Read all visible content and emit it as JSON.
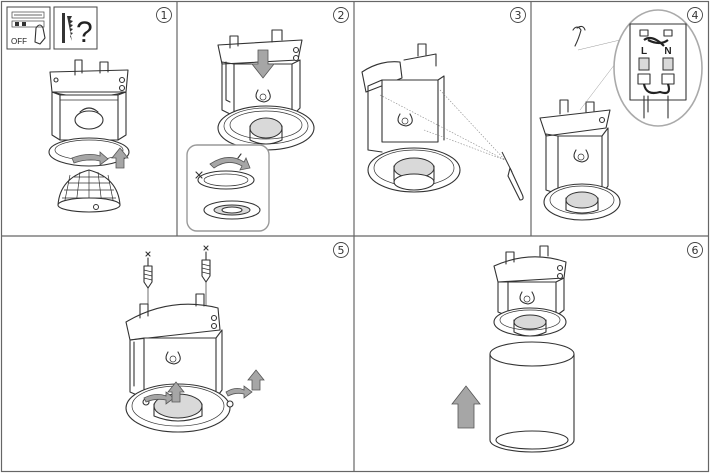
{
  "panels": [
    {
      "number": "1"
    },
    {
      "number": "2"
    },
    {
      "number": "3"
    },
    {
      "number": "4"
    },
    {
      "number": "5"
    },
    {
      "number": "6"
    }
  ],
  "warning": {
    "switch_label": "OFF",
    "question_mark": "?"
  },
  "wiring": {
    "live_label": "L",
    "neutral_label": "N"
  },
  "colors": {
    "border": "#666666",
    "arrow": "#a6a6a6"
  }
}
